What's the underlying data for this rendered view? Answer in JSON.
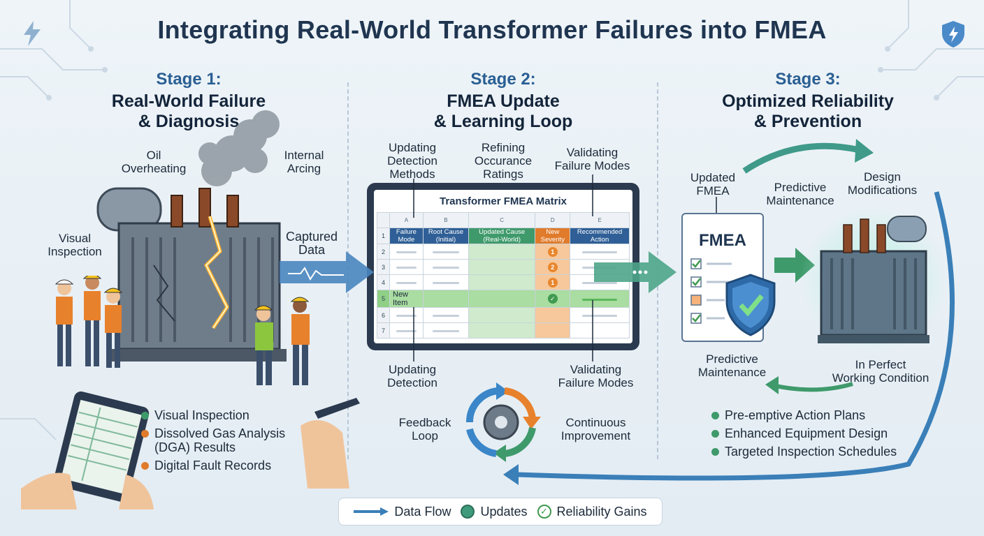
{
  "title": "Integrating Real-World Transformer Failures into FMEA",
  "stage1": {
    "number": "Stage 1:",
    "name_line1": "Real-World Failure",
    "name_line2": "& Diagnosis",
    "labels": {
      "oil_line1": "Oil",
      "oil_line2": "Overheating",
      "arcing_line1": "Internal",
      "arcing_line2": "Arcing",
      "visual_line1": "Visual",
      "visual_line2": "Inspection",
      "captured_line1": "Captured",
      "captured_line2": "Data"
    },
    "bullets": [
      {
        "text": "Visual Inspection",
        "color": "#3f9a6b"
      },
      {
        "text": "Dissolved Gas Analysis (DGA) Results",
        "color": "#e07b2b"
      },
      {
        "text": "Digital Fault Records",
        "color": "#e07b2b"
      }
    ]
  },
  "stage2": {
    "number": "Stage 2:",
    "name_line1": "FMEA Update",
    "name_line2": "& Learning Loop",
    "labels": {
      "upd_det_1": "Updating",
      "upd_det_2": "Detection",
      "upd_det_3": "Methods",
      "ref_occ_1": "Refining",
      "ref_occ_2": "Occurance",
      "ref_occ_3": "Ratings",
      "val_fm_1": "Validating",
      "val_fm_2": "Failure Modes",
      "upd_det_b1": "Updating",
      "upd_det_b2": "Detection",
      "val_fm_b1": "Validating",
      "val_fm_b2": "Failure Modes",
      "feedback_1": "Feedback",
      "feedback_2": "Loop",
      "cont_1": "Continuous",
      "cont_2": "Improvement"
    },
    "matrix": {
      "title": "Transformer FMEA Matrix",
      "col_letters": [
        "A",
        "B",
        "C",
        "D",
        "E"
      ],
      "headers": [
        "Failure Mode",
        "Root Cause (Initial)",
        "Updated Cause (Real-World)",
        "New Severity",
        "Recommended Action"
      ],
      "row_numbers": [
        "1",
        "2",
        "3",
        "4",
        "5",
        "6",
        "7"
      ],
      "severities": [
        "1",
        "2",
        "1"
      ],
      "new_item": "New Item",
      "check_glyph": "✓"
    }
  },
  "stage3": {
    "number": "Stage 3:",
    "name_line1": "Optimized Reliability",
    "name_line2": "& Prevention",
    "labels": {
      "updated_fmea_1": "Updated",
      "updated_fmea_2": "FMEA",
      "pred_maint_1": "Predictive",
      "pred_maint_2": "Maintenance",
      "design_1": "Design",
      "design_2": "Modifications",
      "pred_b1": "Predictive",
      "pred_b2": "Maintenance",
      "perfect_1": "In Perfect",
      "perfect_2": "Working Condition",
      "doc_title": "FMEA"
    },
    "bullets": [
      {
        "text": "Pre-emptive Action Plans",
        "color": "#3f9a6b"
      },
      {
        "text": "Enhanced Equipment Design",
        "color": "#3f9a6b"
      },
      {
        "text": "Targeted Inspection Schedules",
        "color": "#3f9a6b"
      }
    ]
  },
  "legend": {
    "data_flow": "Data Flow",
    "updates": "Updates",
    "reliability": "Reliability Gains",
    "check_glyph": "✓"
  },
  "colors": {
    "blue_flow": "#2a6fb0",
    "green_flow": "#3f9a6b",
    "orange_accent": "#e07b2b"
  }
}
